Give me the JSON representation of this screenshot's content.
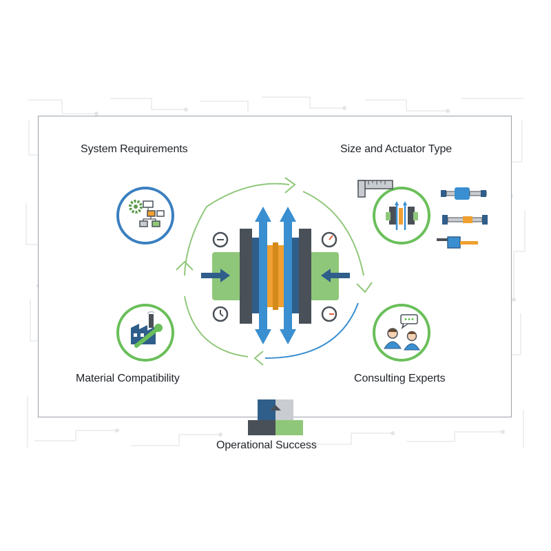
{
  "labels": {
    "system_requirements": "System Requirements",
    "size_actuator": "Size and Actuator Type",
    "material_compat": "Material Compatibility",
    "consulting": "Consulting Experts",
    "success": "Operational Success"
  },
  "colors": {
    "blue": "#3a8fd0",
    "dark_blue": "#2f5e8a",
    "green": "#6abf5a",
    "light_green": "#8fc77a",
    "orange": "#f0a030",
    "dark_gray": "#4a5058",
    "light_gray": "#c9ccd0"
  }
}
